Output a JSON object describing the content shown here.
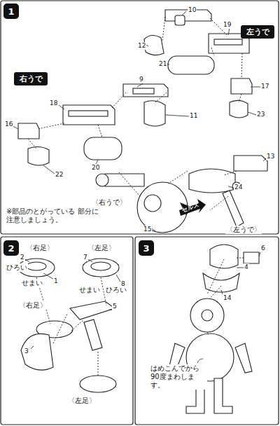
{
  "diagram": {
    "nodes": [
      {
        "text": [
          "1"
        ]
      },
      {
        "text": [
          "左うで"
        ]
      },
      {
        "text": [
          "右うで"
        ]
      },
      {
        "text": [
          "2"
        ]
      },
      {
        "text": [
          "3"
        ]
      }
    ],
    "labels": [
      "10",
      "12",
      "19",
      "21",
      "17",
      "23",
      "9",
      "18",
      "11",
      "16",
      "20",
      "22",
      "13",
      "24",
      "15",
      "〈右うで〉",
      "〈左うで〉",
      "※部品のとがっている 部分に注意しましょう。",
      "セルス",
      "〈右足〉",
      "〈左足〉",
      "2",
      "ひろい",
      "せまい",
      "1",
      "7",
      "せまい",
      "ひろい",
      "8",
      "〈右足〉",
      "5",
      "3",
      "〈左足〉",
      "6",
      "4",
      "14",
      "はめこんでから 90度まわします。"
    ]
  }
}
